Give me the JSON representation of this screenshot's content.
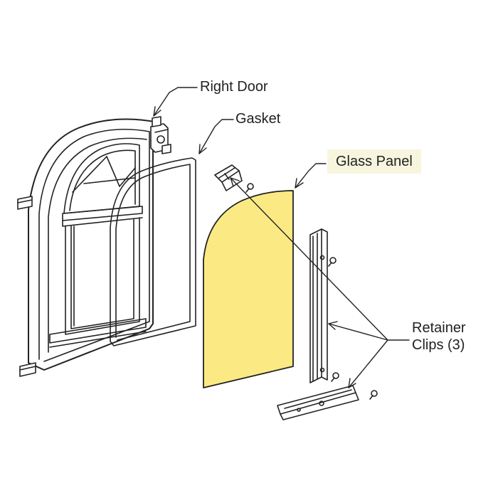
{
  "labels": {
    "right_door": "Right Door",
    "gasket": "Gasket",
    "glass_panel": "Glass Panel",
    "retainer_line1": "Retainer",
    "retainer_line2": "Clips (3)"
  },
  "colors": {
    "glass_fill": "#FBEA83",
    "highlight_bg": "#F8F5DF",
    "line": "#222222"
  }
}
